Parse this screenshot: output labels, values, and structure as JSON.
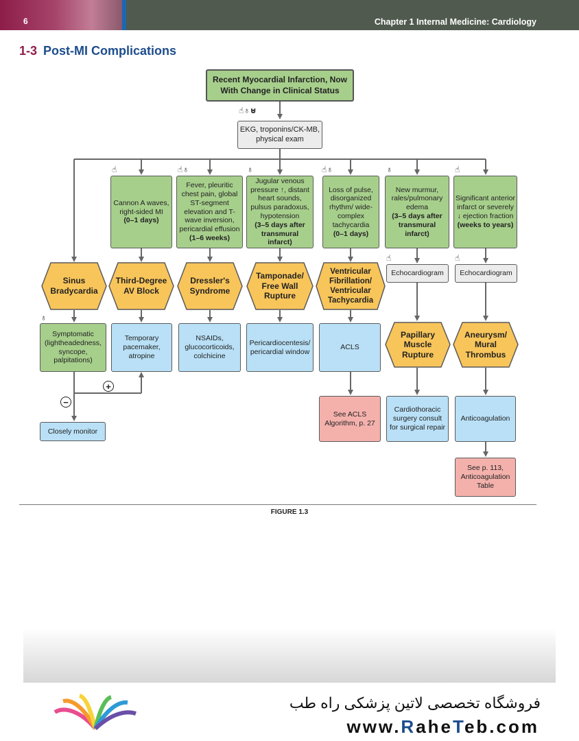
{
  "header": {
    "page_number": "6",
    "chapter_title": "Chapter 1  Internal Medicine: Cardiology"
  },
  "section": {
    "number": "1-3",
    "title": "Post-MI Complications"
  },
  "diagram": {
    "top": "Recent Myocardial Infarction, Now With Change in Clinical Status",
    "workup": "EKG, troponins/CK-MB, physical exam",
    "findings": {
      "av_block": "Cannon A waves, right-sided MI",
      "av_block_time": "(0–1 days)",
      "dressler": "Fever, pleuritic chest pain, global ST-segment elevation and T-wave inversion, pericardial effusion",
      "dressler_time": "(1–6 weeks)",
      "tamponade": "Jugular venous pressure ↑, distant heart sounds, pulsus paradoxus, hypotension",
      "tamponade_time": "(3–5 days after transmural infarct)",
      "vfib": "Loss of pulse, disorganized rhythm/ wide-complex tachycardia",
      "vfib_time": "(0–1 days)",
      "papillary": "New murmur, rales/pulmonary edema",
      "papillary_time": "(3–5 days after transmural infarct)",
      "aneurysm": "Significant anterior infarct or severely ↓ ejection fraction",
      "aneurysm_time": "(weeks to years)"
    },
    "diagnoses": {
      "sinus": "Sinus Bradycardia",
      "av_block": "Third-Degree AV Block",
      "dressler": "Dressler's Syndrome",
      "tamponade": "Tamponade/ Free Wall Rupture",
      "vfib": "Ventricular Fibrillation/ Ventricular Tachycardia",
      "papillary": "Papillary Muscle Rupture",
      "aneurysm": "Aneurysm/ Mural Thrombus"
    },
    "echo1": "Echocardiogram",
    "echo2": "Echocardiogram",
    "treatments": {
      "sinus_sx": "Symptomatic (lightheadedness, syncope, palpitations)",
      "av_block": "Temporary pacemaker, atropine",
      "dressler": "NSAIDs, glucocorticoids, colchicine",
      "tamponade": "Pericardiocentesis/ pericardial window",
      "vfib": "ACLS",
      "papillary": "Cardiothoracic surgery consult for surgical repair",
      "aneurysm": "Anticoagulation",
      "monitor": "Closely monitor",
      "see_acls": "See ACLS Algorithm, p. 27",
      "see_113": "See p. 113, Anticoagulation Table"
    },
    "plus_sign": "+",
    "minus_sign": "−",
    "icons": {
      "workup": "stethoscope, hand, test-tube",
      "exam": "hand-icon, stethoscope-icon"
    }
  },
  "figure_caption": "FIGURE 1.3",
  "watermark": {
    "persian": "فروشگاه تخصصی لاتین پزشکی  راه طب",
    "url_prefix": "www.",
    "url_r": "R",
    "url_ahe": "ahe",
    "url_t": "T",
    "url_eb": "eb.com"
  },
  "colors": {
    "green": "#a7cf8c",
    "gray": "#ececec",
    "blue": "#b9e0f6",
    "pink": "#f4b1ac",
    "hex": "#f8c55a",
    "header": "#505a4e",
    "title_blue": "#1d4d8d",
    "title_red": "#8d1d49"
  }
}
